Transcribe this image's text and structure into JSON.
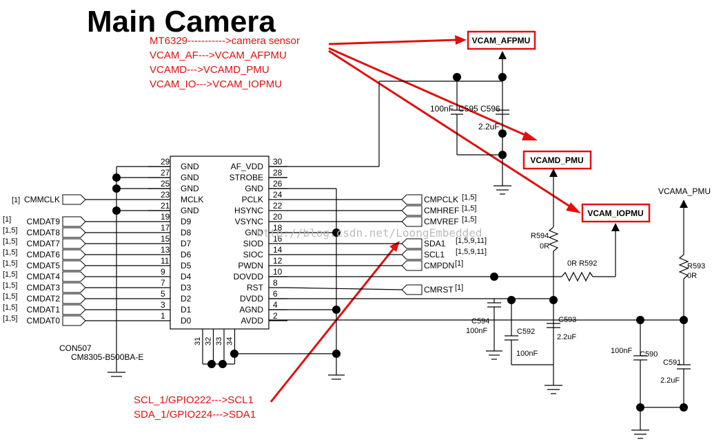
{
  "title": "Main Camera",
  "annotations": {
    "line1": "MT6329----------->camera sensor",
    "line2": "VCAM_AF--->VCAM_AFPMU",
    "line3": "VCAMD--->VCAMD_PMU",
    "line4": "VCAM_IO--->VCAM_IOPMU",
    "line5": "SCL_1/GPIO222--->SCL1",
    "line6": "SDA_1/GPIO224--->SDA1"
  },
  "power_boxes": {
    "afpmu": "VCAM_AFPMU",
    "vcamd": "VCAMD_PMU",
    "iopmu": "VCAM_IOPMU"
  },
  "vcama_label": "VCAMA_PMU",
  "connector": {
    "ref": "CON507",
    "part": "CM8305-B500BA-E"
  },
  "left_pins": [
    {
      "num": "29",
      "name": "GND"
    },
    {
      "num": "27",
      "name": "GND"
    },
    {
      "num": "25",
      "name": "GND"
    },
    {
      "num": "23",
      "name": "MCLK"
    },
    {
      "num": "21",
      "name": "GND"
    },
    {
      "num": "19",
      "name": "D9"
    },
    {
      "num": "17",
      "name": "D8"
    },
    {
      "num": "15",
      "name": "D7"
    },
    {
      "num": "13",
      "name": "D6"
    },
    {
      "num": "11",
      "name": "D5"
    },
    {
      "num": "9",
      "name": "D4"
    },
    {
      "num": "7",
      "name": "D3"
    },
    {
      "num": "5",
      "name": "D2"
    },
    {
      "num": "3",
      "name": "D1"
    },
    {
      "num": "1",
      "name": "D0"
    }
  ],
  "right_pins": [
    {
      "num": "30",
      "name": "AF_VDD"
    },
    {
      "num": "28",
      "name": "STROBE"
    },
    {
      "num": "26",
      "name": "GND"
    },
    {
      "num": "24",
      "name": "PCLK"
    },
    {
      "num": "22",
      "name": "HSYNC"
    },
    {
      "num": "20",
      "name": "VSYNC"
    },
    {
      "num": "18",
      "name": "GND"
    },
    {
      "num": "16",
      "name": "SIOD"
    },
    {
      "num": "14",
      "name": "SIOC"
    },
    {
      "num": "12",
      "name": "PWDN"
    },
    {
      "num": "10",
      "name": "DOVDD"
    },
    {
      "num": "8",
      "name": "RST"
    },
    {
      "num": "6",
      "name": "DVDD"
    },
    {
      "num": "4",
      "name": "AGND"
    },
    {
      "num": "2",
      "name": "AVDD"
    }
  ],
  "bottom_pins": [
    "31",
    "32",
    "33",
    "34"
  ],
  "left_nets": [
    {
      "ref": "[1]",
      "name": "CMMCLK"
    },
    {
      "ref": "[1]",
      "name": "CMDAT9"
    },
    {
      "ref": "[1,5]",
      "name": "CMDAT8"
    },
    {
      "ref": "[1,5]",
      "name": "CMDAT7"
    },
    {
      "ref": "[1,5]",
      "name": "CMDAT6"
    },
    {
      "ref": "[1,5]",
      "name": "CMDAT5"
    },
    {
      "ref": "[1,5]",
      "name": "CMDAT4"
    },
    {
      "ref": "[1,5]",
      "name": "CMDAT3"
    },
    {
      "ref": "[1,5]",
      "name": "CMDAT2"
    },
    {
      "ref": "[1,5]",
      "name": "CMDAT1"
    },
    {
      "ref": "[1,5]",
      "name": "CMDAT0"
    }
  ],
  "right_nets": [
    {
      "name": "CMPCLK",
      "ref": "[1,5]"
    },
    {
      "name": "CMHREF",
      "ref": "[1,5]"
    },
    {
      "name": "CMVREF",
      "ref": "[1,5]"
    },
    {
      "name": "SDA1",
      "ref": "[1,5,9,11]"
    },
    {
      "name": "SCL1",
      "ref": "[1,5,9,11]"
    },
    {
      "name": "CMPDN",
      "ref": "[1]"
    },
    {
      "name": "CMRST",
      "ref": "[1]"
    }
  ],
  "components": {
    "c595_val": "100nF",
    "c595_ref": "C595",
    "c596_ref": "C596",
    "c596_val": "2.2uF",
    "r594_ref": "R594",
    "r594_val": "0R",
    "r592": "0R R592",
    "r593_ref": "R593",
    "r593_val": "0R",
    "c594_ref": "C594",
    "c594_val": "100nF",
    "c592_ref": "C592",
    "c592_val": "100nF",
    "c593_ref": "C593",
    "c593_val": "2.2uF",
    "c590_val": "100nF",
    "c590_ref": "C590",
    "c591_ref": "C591",
    "c591_val": "2.2uF"
  },
  "watermark": "http://blog.csdn.net/LoongEmbedded"
}
